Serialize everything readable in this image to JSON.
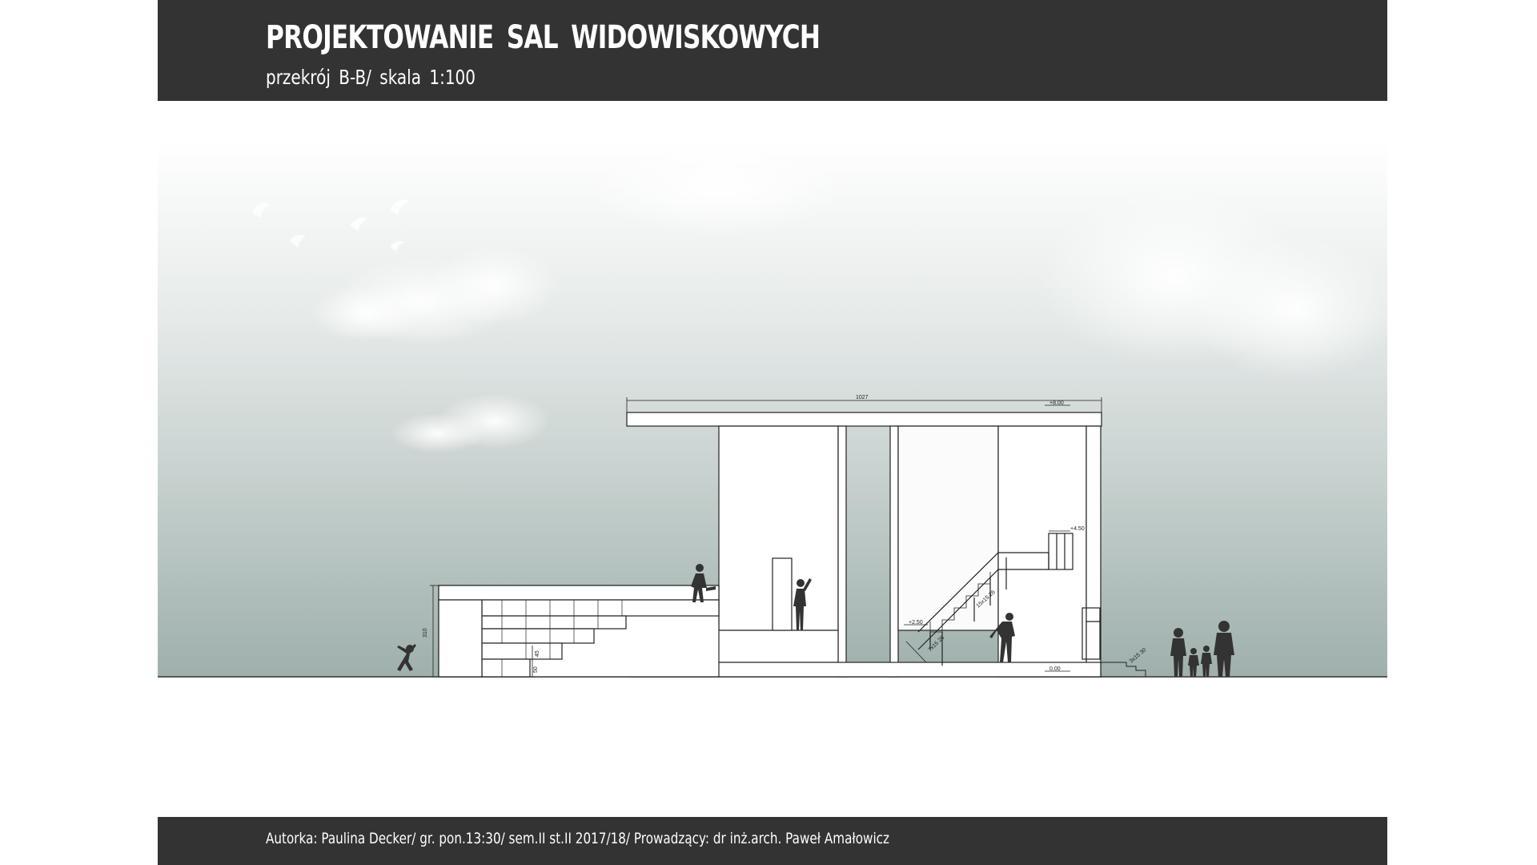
{
  "header": {
    "title": "PROJEKTOWANIE  SAL WIDOWISKOWYCH",
    "subtitle": "przekrój B-B/ skala 1:100"
  },
  "footer": {
    "credits": "Autorka: Paulina Decker/ gr. pon.13:30/ sem.II st.II 2017/18/ Prowadzący: dr inż.arch. Paweł Amałowicz"
  },
  "drawing": {
    "dimensions": {
      "overall_width": "1027",
      "wall_height": "310",
      "step_a": "45",
      "step_b": "50",
      "stairs_main": "15x15\n26",
      "stairs_lower": "7x15\n26",
      "stairs_outer": "3x15\n30"
    },
    "levels": {
      "roof": "+8.00",
      "upper_landing": "+4.50",
      "mid_landing": "+2.50",
      "floor": "0.00"
    }
  },
  "colors": {
    "header_bg": "#333333",
    "sky_top": "#ffffff",
    "sky_bottom": "#9fb0ac",
    "line": "#222222"
  }
}
